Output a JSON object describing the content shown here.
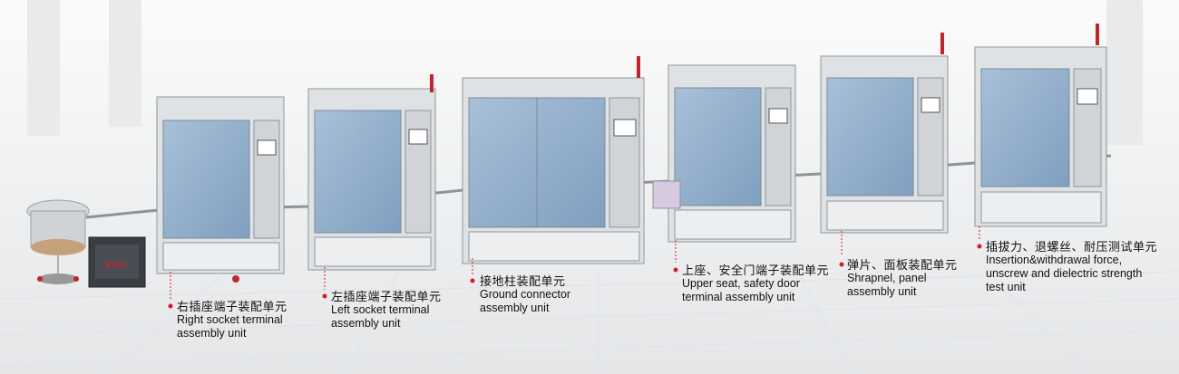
{
  "colors": {
    "marker": "#d91a2a",
    "frame": "#c8ccd0",
    "panel": "#a9c3dd",
    "text": "#111111"
  },
  "machines": [
    {
      "name_zh": "右插座端子装配单元",
      "name_en": [
        "Right socket terminal",
        "assembly unit"
      ]
    },
    {
      "name_zh": "左插座端子装配单元",
      "name_en": [
        "Left socket terminal",
        "assembly unit"
      ]
    },
    {
      "name_zh": "接地柱装配单元",
      "name_en": [
        "Ground connector",
        "assembly unit"
      ]
    },
    {
      "name_zh": "上座、安全门端子装配单元",
      "name_en": [
        "Upper seat, safety door",
        "terminal assembly unit"
      ]
    },
    {
      "name_zh": "弹片、面板装配单元",
      "name_en": [
        "Shrapnel, panel",
        "assembly unit"
      ]
    },
    {
      "name_zh": "插拔力、退螺丝、耐压测试单元",
      "name_en": [
        "Insertion&withdrawal force,",
        "unscrew and dielectric strength",
        "test unit"
      ]
    }
  ],
  "logo_text": "KGU"
}
